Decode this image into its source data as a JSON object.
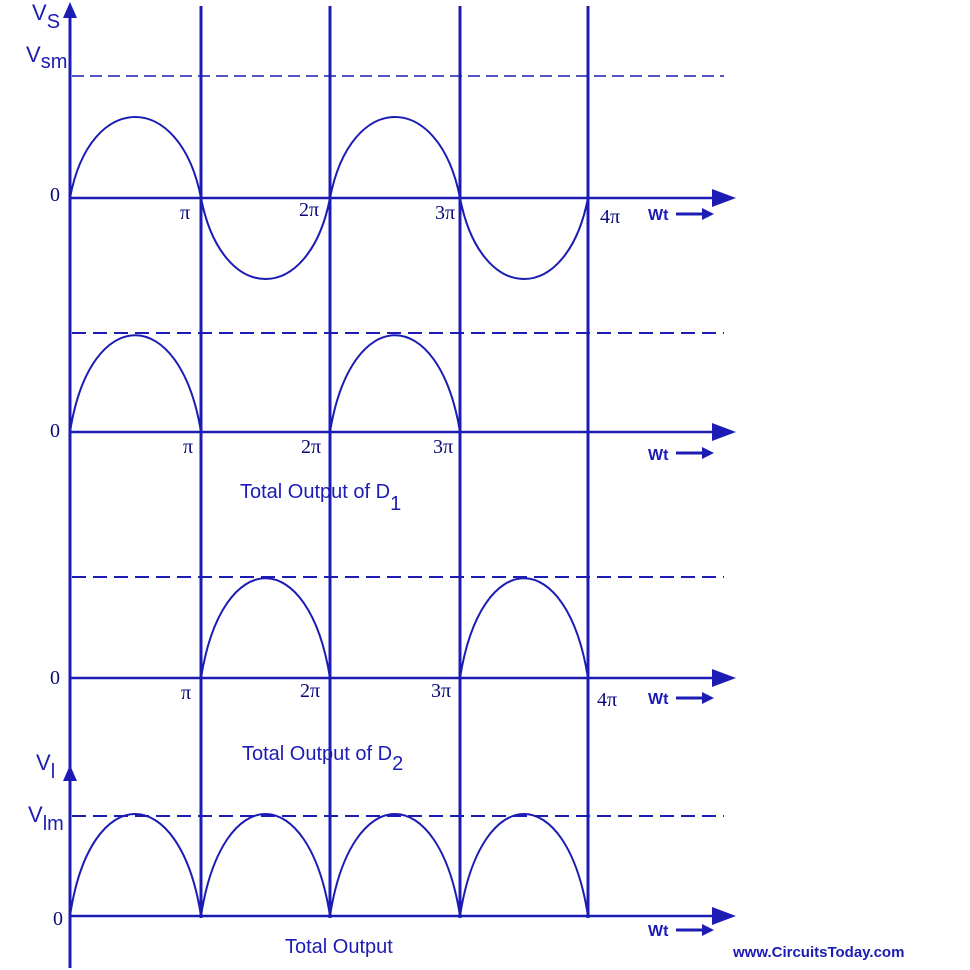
{
  "colors": {
    "line": "#1c1cb4",
    "curve": "#1c1cb4",
    "label": "#0a0a78",
    "background": "#ffffff"
  },
  "top_axis": {
    "symbol": "V",
    "sub": "S"
  },
  "top_peak_label": {
    "symbol": "V",
    "sub": "sm"
  },
  "bottom_axis": {
    "symbol": "V",
    "sub": "l"
  },
  "bottom_peak_label": {
    "symbol": "V",
    "sub": "lm"
  },
  "panels": [
    {
      "id": "input",
      "zero": "0",
      "ticks": [
        "π",
        "2π",
        "3π",
        "4π"
      ],
      "wt": "Wt",
      "caption": null
    },
    {
      "id": "d1",
      "zero": "0",
      "ticks": [
        "π",
        "2π",
        "3π"
      ],
      "wt": "Wt",
      "caption": {
        "text": "Total Output of D",
        "sub": "1"
      }
    },
    {
      "id": "d2",
      "zero": "0",
      "ticks": [
        "π",
        "2π",
        "3π",
        "4π"
      ],
      "wt": "Wt",
      "caption": {
        "text": "Total Output of D",
        "sub": "2"
      }
    },
    {
      "id": "total",
      "zero": "0",
      "ticks": [],
      "wt": "Wt",
      "caption": {
        "text": "Total Output",
        "sub": ""
      }
    }
  ],
  "watermark": "www.CircuitsToday.com"
}
